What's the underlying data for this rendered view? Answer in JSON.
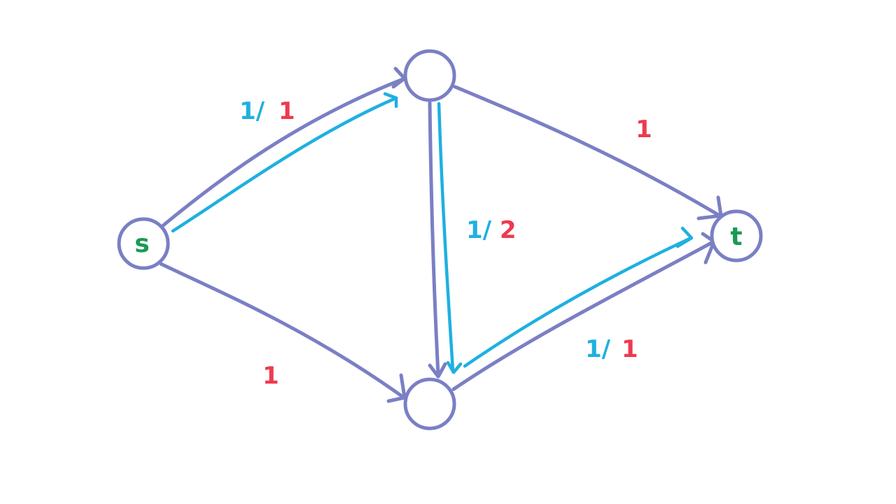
{
  "colors": {
    "edge": "#7b7fc4",
    "flow": "#1fb0e0",
    "capacity": "#ee3a4e",
    "node_label": "#1a9a55"
  },
  "nodes": {
    "s": {
      "label": "s"
    },
    "top": {
      "label": ""
    },
    "bottom": {
      "label": ""
    },
    "t": {
      "label": "t"
    }
  },
  "edges": {
    "s_top": {
      "flow": "1/",
      "capacity": "1"
    },
    "s_bottom": {
      "capacity": "1"
    },
    "top_t": {
      "capacity": "1"
    },
    "top_bottom": {
      "flow": "1/",
      "capacity": "2"
    },
    "bottom_t": {
      "flow": "1/",
      "capacity": "1"
    }
  }
}
